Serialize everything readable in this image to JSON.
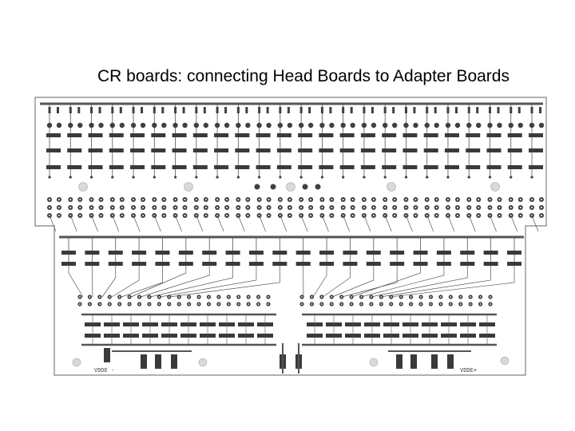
{
  "slide": {
    "title": "CR boards: connecting Head Boards to Adapter Boards"
  },
  "board": {
    "label_left": "VDDE -",
    "label_right": "VDDE+"
  },
  "colors": {
    "pcb_outline": "#808080",
    "trace": "#555555",
    "pad": "#404040",
    "pad_hole": "#ffffff",
    "component": "#3a3a3a",
    "mount_hole": "#d9d9d9"
  }
}
